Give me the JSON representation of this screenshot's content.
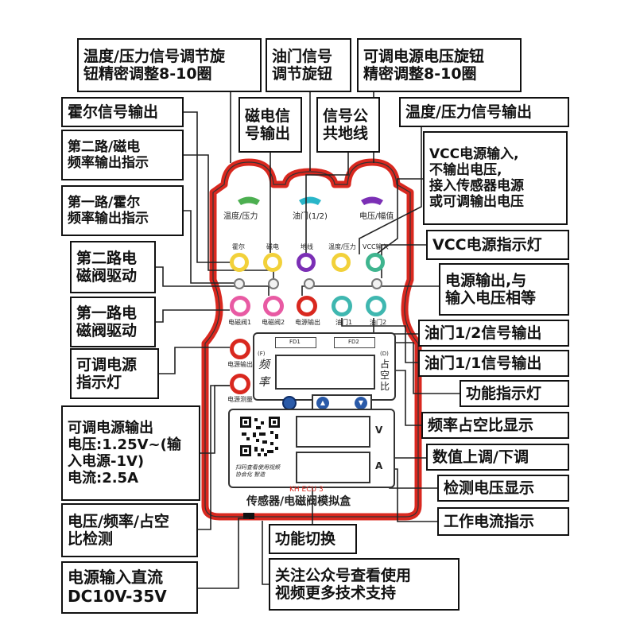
{
  "device": {
    "knob_labels": [
      "温度/压力",
      "油门(1/2)",
      "电压/幅值"
    ],
    "row1_labels": [
      "霍尔",
      "磁电",
      "地线",
      "温度/压力",
      "VCC输入"
    ],
    "row2_labels": [
      "电磁阀1",
      "电磁阀2",
      "电源输出",
      "油门1",
      "油门2"
    ],
    "side_labels": [
      "电源输出",
      "电源测量"
    ],
    "fd_labels": [
      "FD1",
      "FD2"
    ],
    "freq_char1": "频",
    "freq_char2": "率",
    "duty_char1": "占",
    "duty_char2": "空",
    "duty_char3": "比",
    "f_mark": "(F)",
    "d_mark": "(D)",
    "unit_v": "V",
    "unit_a": "A",
    "ecu_text": "KH ECU 3",
    "qr_caption": "扫码查看使用视频\n协会化 智造",
    "title": "传感器/电磁阀模拟盒",
    "colors": {
      "shell": "#d9281f",
      "knob1": "#4caf50",
      "knob2": "#29b6c9",
      "knob3": "#7b2fb5",
      "jack_yellow": "#f2d13a",
      "jack_purple": "#7b2fb5",
      "jack_green": "#3fb58f",
      "jack_teal": "#3fb7b0",
      "jack_pink": "#e85aa3",
      "jack_red": "#d9281f"
    }
  },
  "callouts": [
    {
      "id": "temp-pressure-knob",
      "text": "温度/压力信号调节旋\n钮精密调整8-10圈"
    },
    {
      "id": "throttle-knob",
      "text": "油门信号\n调节旋钮"
    },
    {
      "id": "voltage-knob",
      "text": "可调电源电压旋钮\n精密调整8-10圈"
    },
    {
      "id": "hall-output",
      "text": "霍尔信号输出"
    },
    {
      "id": "magnetic-output",
      "text": "磁电信\n号输出"
    },
    {
      "id": "signal-ground",
      "text": "信号公\n共地线"
    },
    {
      "id": "temp-pressure-output",
      "text": "温度/压力信号输出"
    },
    {
      "id": "ch2-freq-indicator",
      "text": "第二路/磁电\n频率输出指示"
    },
    {
      "id": "vcc-input",
      "text": "VCC电源输入,\n不输出电压,\n接入传感器电源\n或可调输出电压"
    },
    {
      "id": "ch1-freq-indicator",
      "text": "第一路/霍尔\n频率输出指示"
    },
    {
      "id": "vcc-indicator",
      "text": "VCC电源指示灯"
    },
    {
      "id": "ch2-valve-drive",
      "text": "第二路电\n磁阀驱动"
    },
    {
      "id": "power-output",
      "text": "电源输出,与\n输入电压相等"
    },
    {
      "id": "ch1-valve-drive",
      "text": "第一路电\n磁阀驱动"
    },
    {
      "id": "throttle-half-output",
      "text": "油门1/2信号输出"
    },
    {
      "id": "adj-power-indicator",
      "text": "可调电源\n指示灯"
    },
    {
      "id": "throttle-full-output",
      "text": "油门1/1信号输出"
    },
    {
      "id": "function-indicator",
      "text": "功能指示灯"
    },
    {
      "id": "freq-duty-display",
      "text": "频率占空比显示"
    },
    {
      "id": "adj-power-spec",
      "text": "可调电源输出\n电压:1.25V~(输\n入电源-1V)\n电流:2.5A"
    },
    {
      "id": "value-up-down",
      "text": "数值上调/下调"
    },
    {
      "id": "voltage-display",
      "text": "检测电压显示"
    },
    {
      "id": "vf-duty-detect",
      "text": "电压/频率/占空\n比检测"
    },
    {
      "id": "current-indicator",
      "text": "工作电流指示"
    },
    {
      "id": "function-switch",
      "text": "功能切换"
    },
    {
      "id": "power-input",
      "text": "电源输入直流\nDC10V-35V"
    },
    {
      "id": "follow-account",
      "text": "关注公众号查看使用\n视频更多技术支持"
    }
  ]
}
